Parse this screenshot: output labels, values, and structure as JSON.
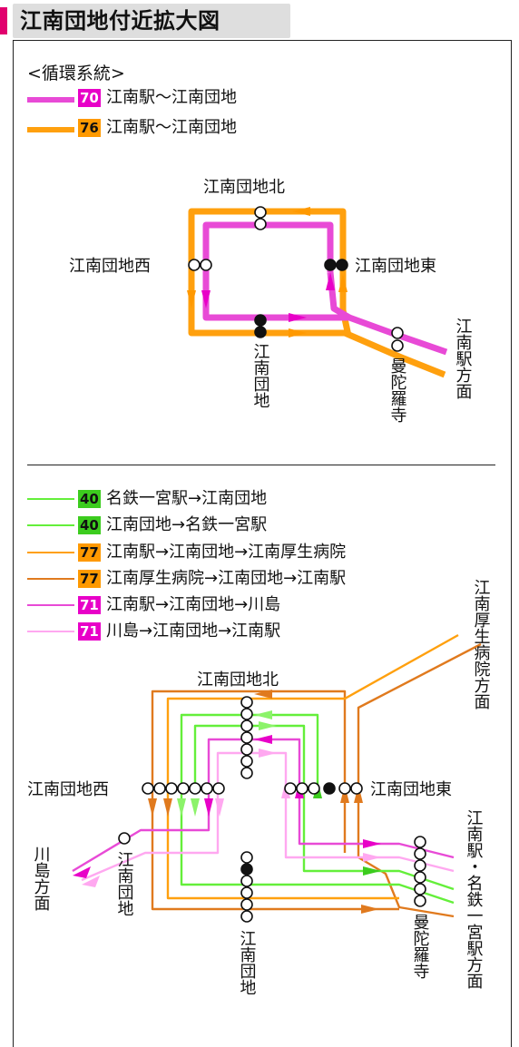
{
  "title": "江南団地付近拡大図",
  "loop_section": {
    "header": "<循環系統>",
    "routes": [
      {
        "number": "70",
        "text": "江南駅〜江南団地",
        "line_color": "#e84ad6",
        "badge_bg": "#e800c8",
        "badge_fg": "#ffffff"
      },
      {
        "number": "76",
        "text": "江南駅〜江南団地",
        "line_color": "#ffa00e",
        "badge_bg": "#ff9900",
        "badge_fg": "#111111"
      }
    ],
    "stops": {
      "north": "江南団地北",
      "west": "江南団地西",
      "east": "江南団地東",
      "south": "江南団地",
      "mandara": "曼陀羅寺",
      "konan_sta": "江南駅方面"
    }
  },
  "through_section": {
    "routes": [
      {
        "number": "40",
        "text": "名鉄一宮駅→江南団地",
        "line_color": "#64ef3a",
        "badge_bg": "#3ccc1e",
        "badge_fg": "#111111"
      },
      {
        "number": "40",
        "text": "江南団地→名鉄一宮駅",
        "line_color": "#64ef3a",
        "badge_bg": "#3ccc1e",
        "badge_fg": "#111111"
      },
      {
        "number": "77",
        "text": "江南駅→江南団地→江南厚生病院",
        "line_color": "#ffa00e",
        "badge_bg": "#ff9900",
        "badge_fg": "#111111"
      },
      {
        "number": "77",
        "text": "江南厚生病院→江南団地→江南駅",
        "line_color": "#e07a1e",
        "badge_bg": "#ff9900",
        "badge_fg": "#111111"
      },
      {
        "number": "71",
        "text": "江南駅→江南団地→川島",
        "line_color": "#e84ad6",
        "badge_bg": "#e800c8",
        "badge_fg": "#ffffff"
      },
      {
        "number": "71",
        "text": "川島→江南団地→江南駅",
        "line_color": "#ffa8f0",
        "badge_bg": "#e800c8",
        "badge_fg": "#ffffff"
      }
    ],
    "stops": {
      "north": "江南団地北",
      "west": "江南団地西",
      "east": "江南団地東",
      "south": "江南団地",
      "mandara": "曼陀羅寺",
      "hospital": "江南厚生病院方面",
      "kawashima": "川島方面",
      "konan_ichinomiya": "江南駅・名鉄一宮駅方面"
    }
  }
}
